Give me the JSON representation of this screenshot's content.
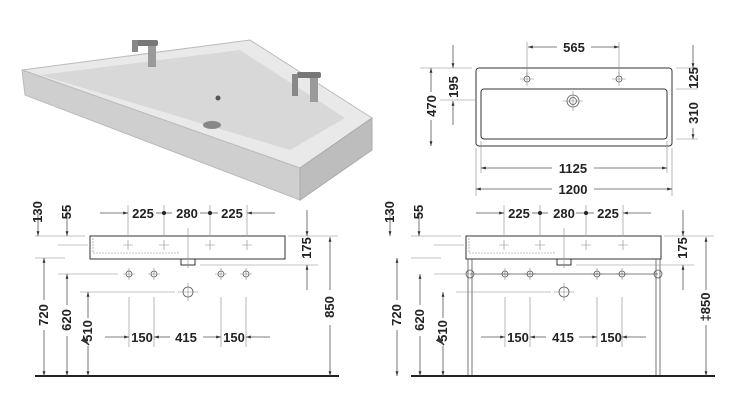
{
  "title": "Washbasin dimension drawing",
  "plan_view": {
    "d565": "565",
    "d470": "470",
    "d195": "195",
    "d125": "125",
    "d310": "310",
    "d1125": "1125",
    "d1200": "1200"
  },
  "elevation_left": {
    "d130": "130",
    "d55": "55",
    "d225a": "225",
    "d280": "280",
    "d225b": "225",
    "d175": "175",
    "d720": "720",
    "d620": "620",
    "d510": "510",
    "d850": "850",
    "d150a": "150",
    "d415": "415",
    "d150b": "150"
  },
  "elevation_right": {
    "d130": "130",
    "d55": "55",
    "d225a": "225",
    "d280": "280",
    "d225b": "225",
    "d175": "175",
    "d720": "720",
    "d620": "620",
    "d510": "510",
    "d850": "‡850",
    "d150a": "150",
    "d415": "415",
    "d150b": "150"
  }
}
